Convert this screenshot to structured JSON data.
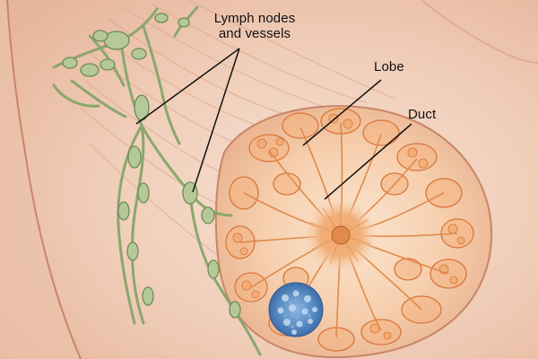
{
  "labels": {
    "lymph": "Lymph nodes\nand vessels",
    "lobe": "Lobe",
    "duct": "Duct"
  },
  "colors": {
    "skin_light": "#f7e3d6",
    "skin_mid": "#e9b898",
    "skin_dark": "#c98568",
    "lymph_green": "#a7bf8a",
    "lymph_dark": "#6f8a55",
    "lobule_orange": "#f0a567",
    "duct_orange": "#e08a4a",
    "tumor_blue": "#5b8fc7"
  },
  "icons": {
    "tumor": "cell-cluster-icon"
  }
}
